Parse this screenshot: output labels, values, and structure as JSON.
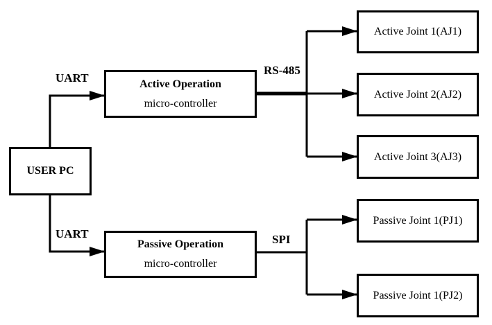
{
  "blocks": {
    "user_pc": "USER PC",
    "active_mcu": {
      "title": "Active Operation",
      "subtitle": "micro-controller"
    },
    "passive_mcu": {
      "title": "Passive Operation",
      "subtitle": "micro-controller"
    },
    "aj1": "Active Joint 1(AJ1)",
    "aj2": "Active Joint 2(AJ2)",
    "aj3": "Active Joint 3(AJ3)",
    "pj1": "Passive Joint 1(PJ1)",
    "pj2": "Passive Joint 1(PJ2)"
  },
  "links": {
    "uart_top": "UART",
    "uart_bottom": "UART",
    "rs485": "RS-485",
    "spi": "SPI"
  }
}
